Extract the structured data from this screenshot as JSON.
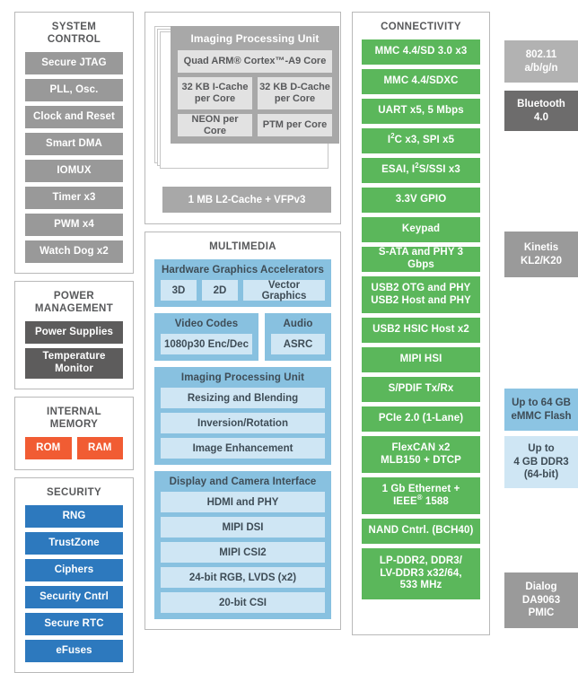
{
  "diagram": {
    "title": "SoC Block Diagram",
    "colors": {
      "gray": "#999999",
      "dark_gray": "#5d5c5c",
      "orange": "#f15c33",
      "blue": "#2d79be",
      "green": "#5bb75b",
      "cpu_gray": "#a8a8a8",
      "multimedia_blue": "#88c1e0",
      "multimedia_pale": "#cfe6f4",
      "panel_border": "#b9b9b9"
    }
  },
  "system_control": {
    "title": "SYSTEM CONTROL",
    "items": [
      "Secure JTAG",
      "PLL, Osc.",
      "Clock and Reset",
      "Smart DMA",
      "IOMUX",
      "Timer x3",
      "PWM x4",
      "Watch Dog x2"
    ]
  },
  "power_management": {
    "title": "POWER MANAGEMENT",
    "items": [
      "Power Supplies",
      "Temperature Monitor"
    ]
  },
  "internal_memory": {
    "title": "INTERNAL MEMORY",
    "items": [
      "ROM",
      "RAM"
    ]
  },
  "security": {
    "title": "SECURITY",
    "items": [
      "RNG",
      "TrustZone",
      "Ciphers",
      "Security Cntrl",
      "Secure RTC",
      "eFuses"
    ]
  },
  "cpu": {
    "title": "Imaging Processing Unit",
    "core": "Quad ARM® Cortex™-A9 Core",
    "caches": [
      "32 KB I-Cache per Core",
      "32 KB D-Cache per Core"
    ],
    "units": [
      "NEON per Core",
      "PTM per Core"
    ],
    "l2": "1 MB L2-Cache + VFPv3"
  },
  "multimedia": {
    "title": "MULTIMEDIA",
    "graphics": {
      "title": "Hardware Graphics Accelerators",
      "items": [
        "3D",
        "2D",
        "Vector Graphics"
      ]
    },
    "video": {
      "title": "Video Codes",
      "items": [
        "1080p30 Enc/Dec"
      ]
    },
    "audio": {
      "title": "Audio",
      "items": [
        "ASRC"
      ]
    },
    "ipu": {
      "title": "Imaging Processing Unit",
      "items": [
        "Resizing and Blending",
        "Inversion/Rotation",
        "Image Enhancement"
      ]
    },
    "display": {
      "title": "Display and Camera Interface",
      "items": [
        "HDMI and PHY",
        "MIPI DSI",
        "MIPI CSI2",
        "24-bit RGB, LVDS (x2)",
        "20-bit CSI"
      ]
    }
  },
  "connectivity": {
    "title": "CONNECTIVITY",
    "items": [
      "MMC 4.4/SD 3.0 x3",
      "MMC 4.4/SDXC",
      "UART x5, 5 Mbps",
      "I²C x3, SPI x5",
      "ESAI, I²S/SSI x3",
      "3.3V GPIO",
      "Keypad",
      "S-ATA and PHY 3 Gbps",
      "USB2 OTG and PHY USB2 Host and PHY",
      "USB2 HSIC Host x2",
      "MIPI HSI",
      "S/PDIF Tx/Rx",
      "PCIe 2.0 (1-Lane)",
      "FlexCAN x2 MLB150 + DTCP",
      "1 Gb Ethernet + IEEE® 1588",
      "NAND Cntrl. (BCH40)",
      "LP-DDR2, DDR3/ LV-DDR3 x32/64, 533 MHz"
    ],
    "usb_otg_line1": "USB2 OTG and PHY",
    "usb_otg_line2": "USB2 Host and PHY",
    "flexcan_line1": "FlexCAN x2",
    "flexcan_line2": "MLB150 + DTCP",
    "ethernet_line1": "1 Gb Ethernet +",
    "ethernet_line2": "IEEE® 1588",
    "ddr_line1": "LP-DDR2, DDR3/",
    "ddr_line2": "LV-DDR3 x32/64,",
    "ddr_line3": "533 MHz"
  },
  "external": {
    "wifi": {
      "line1": "802.11",
      "line2": "a/b/g/n"
    },
    "bluetooth": {
      "line1": "Bluetooth",
      "line2": "4.0"
    },
    "kinetis": {
      "line1": "Kinetis",
      "line2": "KL2/K20"
    },
    "emmc": {
      "line1": "Up to 64 GB",
      "line2": "eMMC Flash"
    },
    "ddr3": {
      "line1": "Up to",
      "line2": "4 GB DDR3",
      "line3": "(64-bit)"
    },
    "pmic": {
      "line1": "Dialog",
      "line2": "DA9063",
      "line3": "PMIC"
    }
  }
}
